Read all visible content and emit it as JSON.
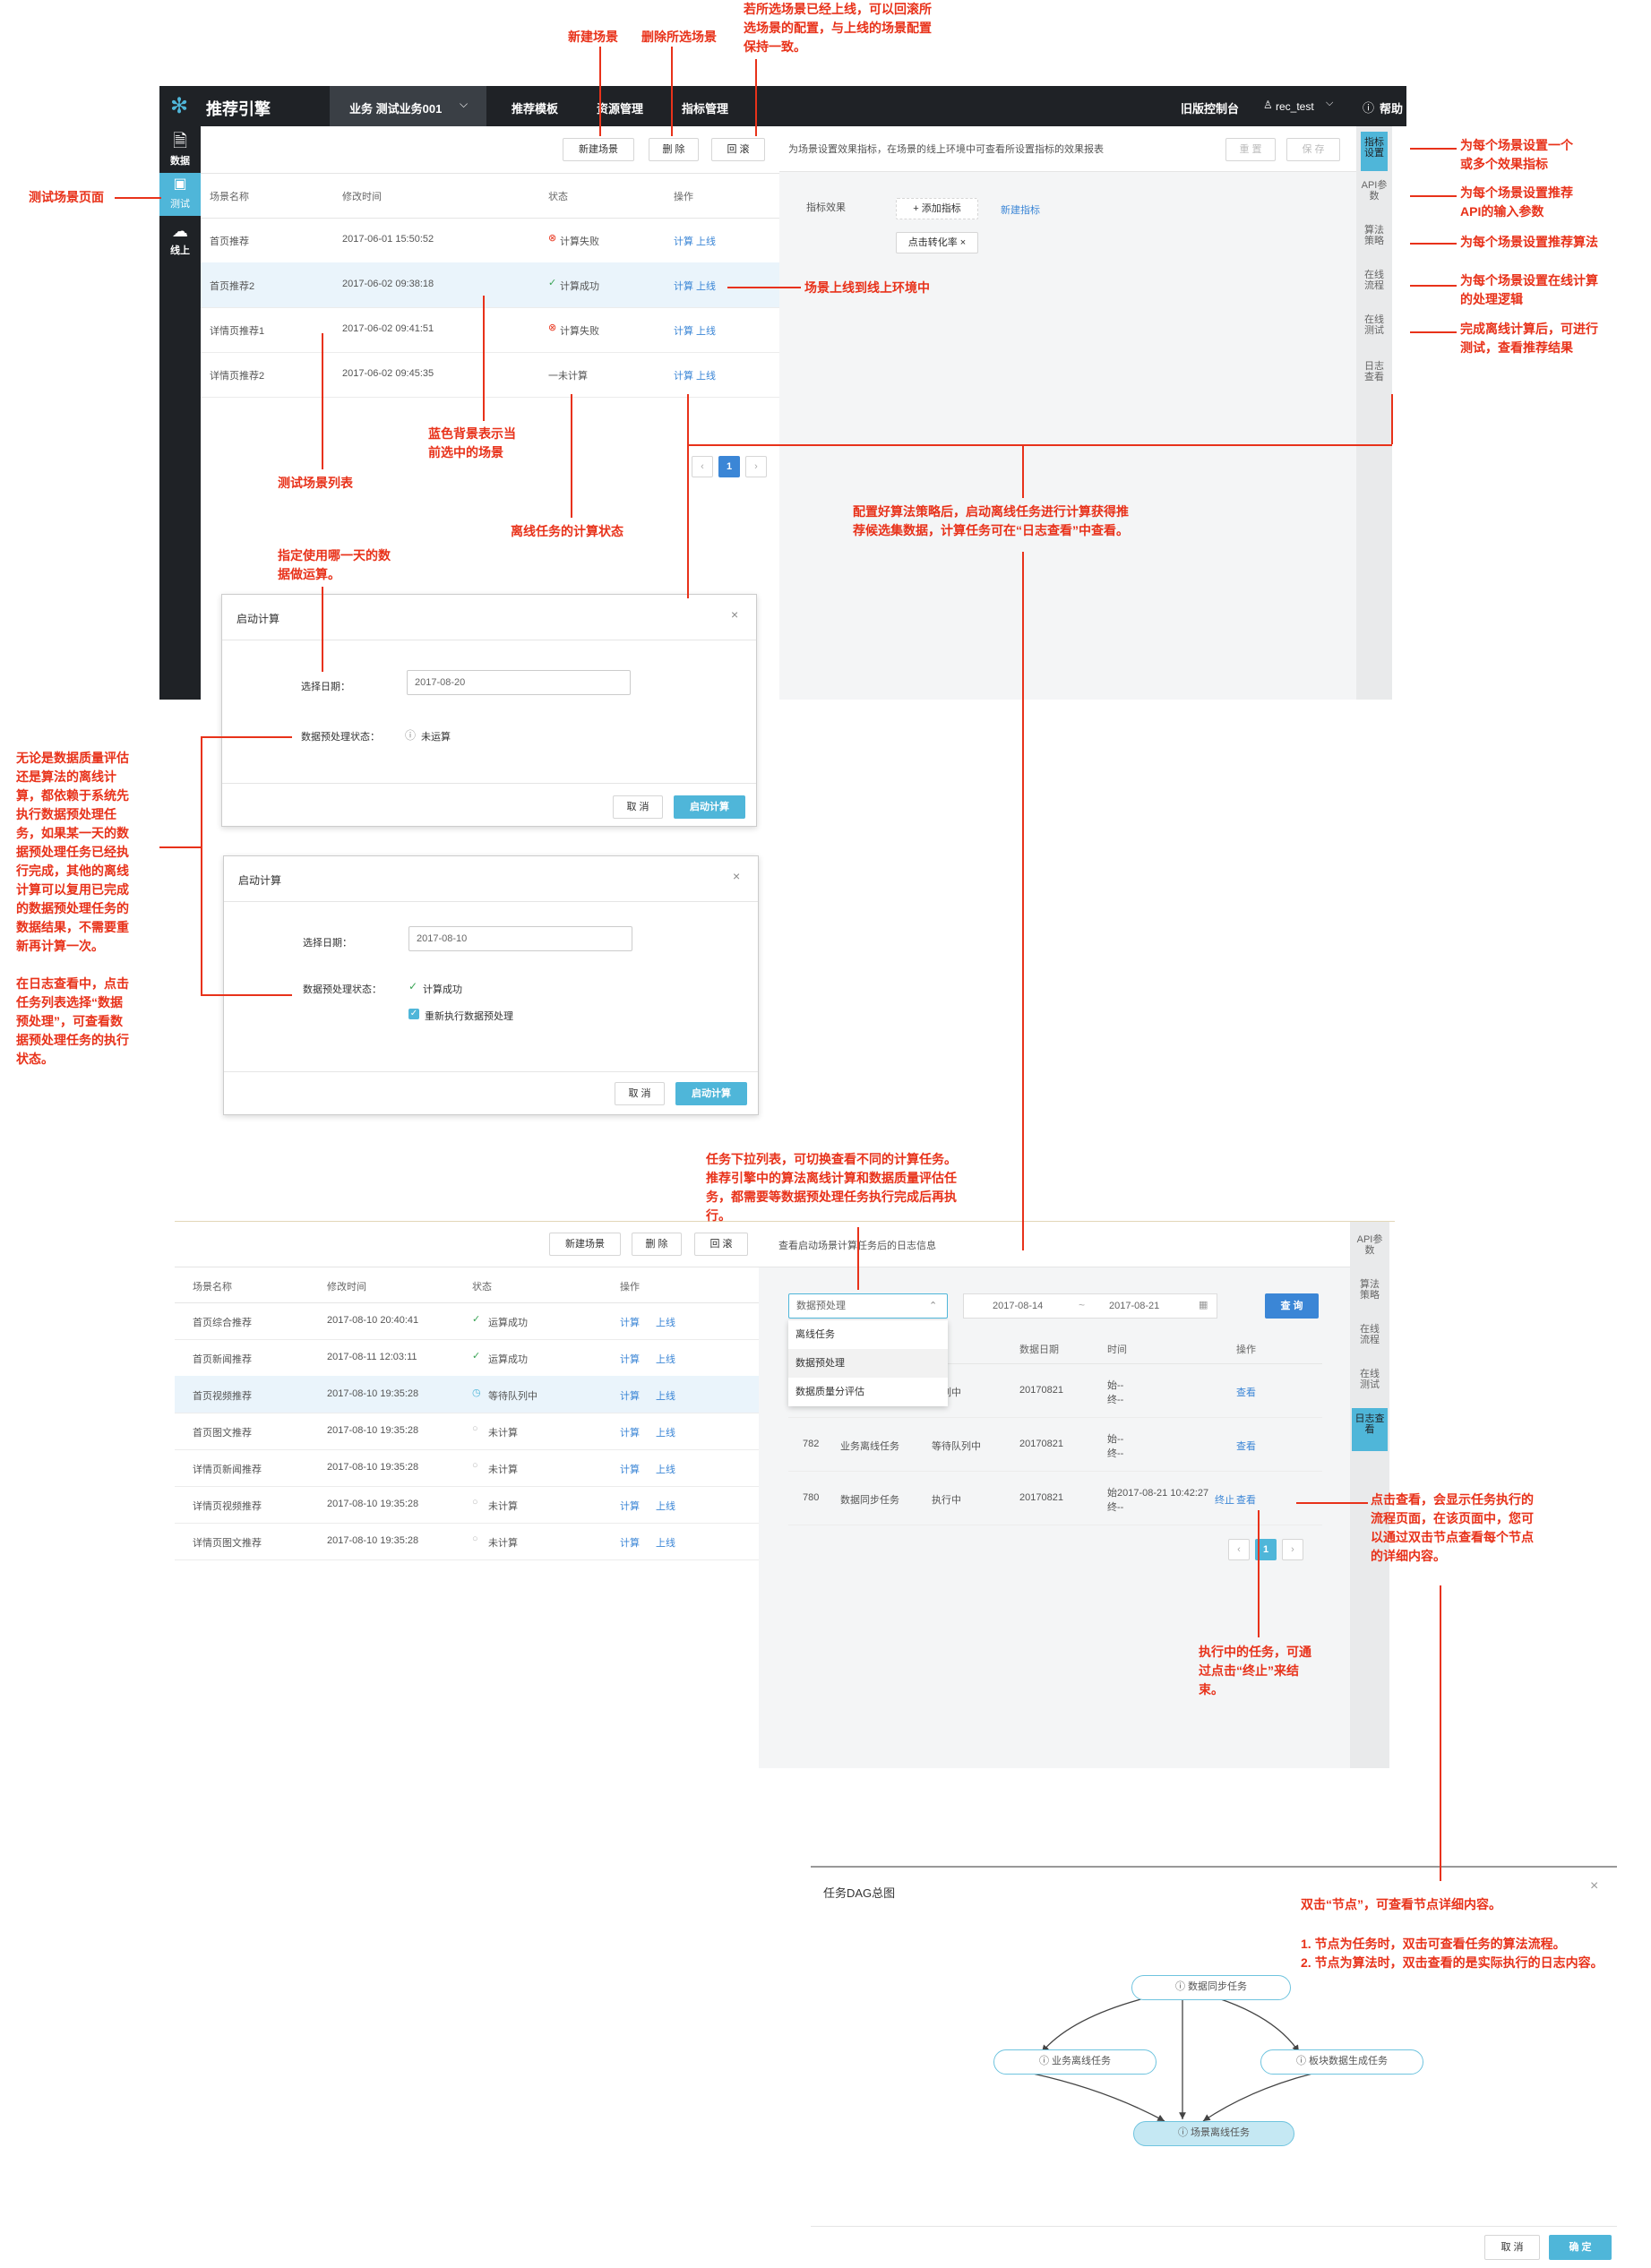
{
  "app": {
    "logo": "推荐引擎",
    "biz_label": "业务 测试业务001",
    "nav": [
      "推荐模板",
      "资源管理",
      "指标管理"
    ],
    "right": {
      "old_console": "旧版控制台",
      "user": "rec_test",
      "help": "帮助"
    }
  },
  "left_nav": [
    {
      "label": "数据",
      "icon": "document-icon"
    },
    {
      "label": "测试",
      "icon": "terminal-icon"
    },
    {
      "label": "线上",
      "icon": "cloud-upload-icon"
    }
  ],
  "toolbar": {
    "new": "新建场景",
    "delete": "删 除",
    "rollback": "回 滚"
  },
  "table1": {
    "headers": [
      "场景名称",
      "修改时间",
      "状态",
      "操作"
    ],
    "rows": [
      {
        "name": "首页推荐",
        "time": "2017-06-01 15:50:52",
        "status": "计算失败",
        "op1": "计算",
        "op2": "上线"
      },
      {
        "name": "首页推荐2",
        "time": "2017-06-02 09:38:18",
        "status": "计算成功",
        "op1": "计算",
        "op2": "上线"
      },
      {
        "name": "详情页推荐1",
        "time": "2017-06-02 09:41:51",
        "status": "计算失败",
        "op1": "计算",
        "op2": "上线"
      },
      {
        "name": "详情页推荐2",
        "time": "2017-06-02 09:45:35",
        "status": "一未计算",
        "op1": "计算",
        "op2": "上线"
      }
    ],
    "page": "1"
  },
  "panel1": {
    "desc": "为场景设置效果指标，在场景的线上环境中可查看所设置指标的效果报表",
    "reset": "重 置",
    "save": "保 存",
    "metric_label": "指标效果",
    "add_metric": "+ 添加指标",
    "new_metric": "新建指标",
    "tag": "点击转化率 ×"
  },
  "side_tabs": [
    "指标设置",
    "API参数",
    "算法策略",
    "在线流程",
    "在线测试",
    "日志查看"
  ],
  "modal1": {
    "title": "启动计算",
    "date_label": "选择日期：",
    "date": "2017-08-20",
    "pre_label": "数据预处理状态：",
    "pre_status": "未运算",
    "cancel": "取 消",
    "ok": "启动计算"
  },
  "modal2": {
    "title": "启动计算",
    "date_label": "选择日期：",
    "date": "2017-08-10",
    "pre_label": "数据预处理状态：",
    "pre_status": "计算成功",
    "rerun": "重新执行数据预处理",
    "cancel": "取 消",
    "ok": "启动计算"
  },
  "table2": {
    "toolbar": {
      "new": "新建场景",
      "delete": "删 除",
      "rollback": "回 滚"
    },
    "headers": [
      "场景名称",
      "修改时间",
      "状态",
      "操作"
    ],
    "rows": [
      {
        "name": "首页综合推荐",
        "time": "2017-08-10 20:40:41",
        "status": "运算成功",
        "op1": "计算",
        "op2": "上线"
      },
      {
        "name": "首页新闻推荐",
        "time": "2017-08-11 12:03:11",
        "status": "运算成功",
        "op1": "计算",
        "op2": "上线"
      },
      {
        "name": "首页视频推荐",
        "time": "2017-08-10 19:35:28",
        "status": "等待队列中",
        "op1": "计算",
        "op2": "上线"
      },
      {
        "name": "首页图文推荐",
        "time": "2017-08-10 19:35:28",
        "status": "未计算",
        "op1": "计算",
        "op2": "上线"
      },
      {
        "name": "详情页新闻推荐",
        "time": "2017-08-10 19:35:28",
        "status": "未计算",
        "op1": "计算",
        "op2": "上线"
      },
      {
        "name": "详情页视频推荐",
        "time": "2017-08-10 19:35:28",
        "status": "未计算",
        "op1": "计算",
        "op2": "上线"
      },
      {
        "name": "详情页图文推荐",
        "time": "2017-08-10 19:35:28",
        "status": "未计算",
        "op1": "计算",
        "op2": "上线"
      }
    ]
  },
  "log_panel": {
    "desc": "查看启动场景计算任务后的日志信息",
    "select": "数据预处理",
    "options": [
      "离线任务",
      "数据预处理",
      "数据质量分评估"
    ],
    "date_from": "2017-08-14",
    "date_to": "2017-08-21",
    "query": "查 询",
    "headers": [
      "数据日期",
      "时间",
      "操作"
    ],
    "rows": [
      {
        "id": "",
        "type": "",
        "status": "队列中",
        "date": "20170821",
        "start": "始--",
        "end": "终--",
        "ops": [
          "查看"
        ]
      },
      {
        "id": "782",
        "type": "业务离线任务",
        "status": "等待队列中",
        "date": "20170821",
        "start": "始--",
        "end": "终--",
        "ops": [
          "查看"
        ]
      },
      {
        "id": "780",
        "type": "数据同步任务",
        "status": "执行中",
        "date": "20170821",
        "start": "始2017-08-21 10:42:27",
        "end": "终--",
        "ops": [
          "终止",
          "查看"
        ]
      }
    ],
    "page": "1",
    "side_tabs": [
      "API参数",
      "算法策略",
      "在线流程",
      "在线测试",
      "日志查看"
    ]
  },
  "dag": {
    "title": "任务DAG总图",
    "nodes": [
      "数据同步任务",
      "业务离线任务",
      "板块数据生成任务",
      "场景离线任务"
    ],
    "cancel": "取 消",
    "ok": "确 定"
  },
  "annotations": {
    "new_scene": "新建场景",
    "delete_scene": "删除所选场景",
    "rollback": "若所选场景已经上线，可以回滚所\n选场景的配置，与上线的场景配置\n保持一致。",
    "test_page": "测试场景页面",
    "metric": "为每个场景设置一个\n或多个效果指标",
    "api": "为每个场景设置推荐\nAPI的输入参数",
    "algo": "为每个场景设置推荐算法",
    "online_flow": "为每个场景设置在线计算\n的处理逻辑",
    "online_test": "完成离线计算后，可进行\n测试，查看推荐结果",
    "go_online": "场景上线到线上环境中",
    "blue_bg": "蓝色背景表示当\n前选中的场景",
    "scene_list": "测试场景列表",
    "calc_status": "离线任务的计算状态",
    "offline": "配置好算法策略后，启动离线任务进行计算获得推\n荐候选集数据，计算任务可在“日志查看”中查看。",
    "choose_day": "指定使用哪一天的数\n据做运算。",
    "preprocess": "无论是数据质量评估\n还是算法的离线计\n算，都依赖于系统先\n执行数据预处理任\n务，如果某一天的数\n据预处理任务已经执\n行完成，其他的离线\n计算可以复用已完成\n的数据预处理任务的\n数据结果，不需要重\n新再计算一次。\n\n在日志查看中，点击\n任务列表选择“数据\n预处理”，可查看数\n据预处理任务的执行\n状态。",
    "task_dropdown": "任务下拉列表，可切换查看不同的计算任务。\n推荐引擎中的算法离线计算和数据质量评估任\n务，都需要等数据预处理任务执行完成后再执\n行。",
    "click_view": "点击查看，会显示任务执行的\n流程页面，在该页面中，您可\n以通过双击节点查看每个节点\n的详细内容。",
    "terminate": "执行中的任务，可通\n过点击“终止”来结\n束。",
    "dbl_node": "双击“节点”，可查看节点详细内容。",
    "node_info": "1. 节点为任务时，双击可查看任务的算法流程。\n2. 节点为算法时，双击查看的是实际执行的日志内容。"
  }
}
